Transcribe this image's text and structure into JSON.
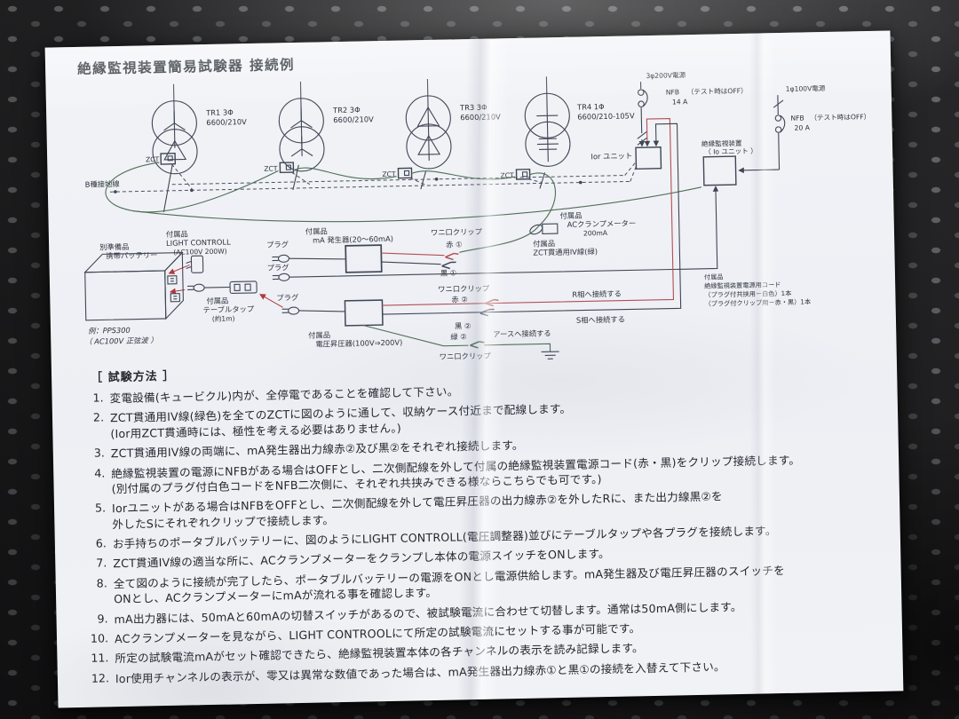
{
  "title": "絶縁監視装置簡易試験器 接続例",
  "diagram": {
    "transformers": [
      {
        "id": "TR1 3Φ",
        "rating": "6600/210V"
      },
      {
        "id": "TR2 3Φ",
        "rating": "6600/210V"
      },
      {
        "id": "TR3 3Φ",
        "rating": "6600/210V"
      },
      {
        "id": "TR4 1Φ",
        "rating": "6600/210-105V"
      }
    ],
    "zct": "ZCT",
    "ground_bus": "B種接地線",
    "supply_3p": {
      "label": "3φ200V電源",
      "nfb": "NFB",
      "nfb_note": "（テスト時はOFF）",
      "nfb_rating": "14 A"
    },
    "supply_1p": {
      "label": "1φ100V電源",
      "nfb": "NFB",
      "nfb_note": "（テスト時はOFF）",
      "nfb_rating": "20 A"
    },
    "ior_unit": "Ior ユニット",
    "io_unit": {
      "line1": "絶縁監視装置",
      "line2": "（ Io ユニット ）"
    },
    "light_control": {
      "tag": "付属品",
      "name": "LIGHT CONTROLL",
      "spec": "(AC100V 200W)"
    },
    "ma_generator": {
      "tag": "付属品",
      "name": "mA 発生器(20～60mA)"
    },
    "clamp_meter": {
      "tag": "付属品",
      "name": "ACクランプメーター",
      "spec": "200mA"
    },
    "iv_wire": {
      "tag": "付属品",
      "name": "ZCT貫通用IV線(緑)"
    },
    "booster": {
      "tag": "付属品",
      "name": "電圧昇圧器(100V⇒200V)"
    },
    "table_tap": {
      "tag": "付属品",
      "name": "テーブルタップ",
      "spec": "(約1m)"
    },
    "battery": {
      "tag": "別準備品",
      "name": "携帯バッテリー",
      "example": "例：PPS300",
      "spec": "（ AC100V 正弦波 ）"
    },
    "power_cord": {
      "tag": "付属品",
      "line1": "絶縁監視装置電源用コード",
      "line2": "（プラグ付共挟用－白色）1本",
      "line3": "（プラグ付クリップ用－赤・黒）1本"
    },
    "plug": "プラグ",
    "clips1": {
      "label": "ワニ口クリップ",
      "red": "赤 ①",
      "black": "黒 ①"
    },
    "clips2": {
      "label": "ワニ口クリップ",
      "red": "赤 ②",
      "black": "黒 ②",
      "green": "緑 ②",
      "earth_label": "ワニ口クリップ",
      "earth_note": "アースへ接続する"
    },
    "connect_r": "R相へ接続する",
    "connect_s": "S相へ接続する"
  },
  "instructions": {
    "heading": "［ 試験方法 ］",
    "items": [
      {
        "num": "1.",
        "text": "変電設備(キュービクル)内が、全停電であることを確認して下さい。"
      },
      {
        "num": "2.",
        "text": "ZCT貫通用IV線(緑色)を全てのZCTに図のように通して、収納ケース付近まで配線します。\n(Ior用ZCT貫通時には、極性を考える必要はありません。)"
      },
      {
        "num": "3.",
        "text": "ZCT貫通用IV線の両端に、mA発生器出力線赤②及び黒②をそれぞれ接続します。"
      },
      {
        "num": "4.",
        "text": "絶縁監視装置の電源にNFBがある場合はOFFとし、二次側配線を外して付属の絶縁監視装置電源コード(赤・黒)をクリップ接続します。\n(別付属のプラグ付白色コードをNFB二次側に、それぞれ共挟みできる様ならこちらでも可です。)"
      },
      {
        "num": "5.",
        "text": "Iorユニットがある場合はNFBをOFFとし、二次側配線を外して電圧昇圧器の出力線赤②を外したRに、また出力線黒②を\n外したSにそれぞれクリップで接続します。"
      },
      {
        "num": "6.",
        "text": "お手持ちのポータブルバッテリーに、図のようにLIGHT CONTROLL(電圧調整器)並びにテーブルタップや各プラグを接続します。"
      },
      {
        "num": "7.",
        "text": "ZCT貫通IV線の適当な所に、ACクランプメーターをクランプし本体の電源スイッチをONします。"
      },
      {
        "num": "8.",
        "text": "全て図のように接続が完了したら、ポータブルバッテリーの電源をONとし電源供給します。mA発生器及び電圧昇圧器のスイッチを\nONとし、ACクランプメーターにmAが流れる事を確認します。"
      },
      {
        "num": "9.",
        "text": "mA出力器には、50mAと60mAの切替スイッチがあるので、被試験電流に合わせて切替します。通常は50mA側にします。"
      },
      {
        "num": "10.",
        "text": "ACクランプメーターを見ながら、LIGHT CONTROOLにて所定の試験電流にセットする事が可能です。"
      },
      {
        "num": "11.",
        "text": "所定の試験電流mAがセット確認できたら、絶縁監視装置本体の各チャンネルの表示を読み記録します。"
      },
      {
        "num": "12.",
        "text": "Ior使用チャンネルの表示が、零又は異常な数値であった場合は、mA発生器出力線赤①と黒①の接続を入替えて下さい。"
      }
    ]
  },
  "colors": {
    "annotation_red": "#b2383e",
    "line": "#3f4654",
    "paper": "#eef0f4"
  }
}
